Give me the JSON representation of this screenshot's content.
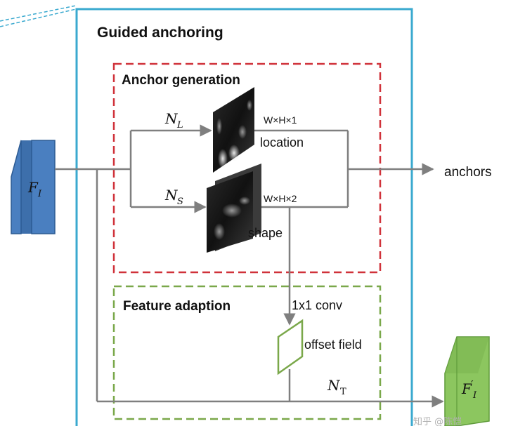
{
  "title": "Guided anchoring",
  "anchor_generation": {
    "label": "Anchor generation"
  },
  "feature_adaption": {
    "label": "Feature adaption"
  },
  "input_feature": {
    "symbol": "F",
    "subscript": "I"
  },
  "output_feature": {
    "symbol": "F",
    "prime": "′",
    "subscript": "I"
  },
  "branch_location": {
    "network": "N",
    "network_sub": "L",
    "dims": "W×H×1",
    "label": "location"
  },
  "branch_shape": {
    "network": "N",
    "network_sub": "S",
    "dims": "W×H×2",
    "label": "shape"
  },
  "conv_label": "1x1 conv",
  "offset_label": "offset field",
  "transform": {
    "network": "N",
    "network_sub": "T"
  },
  "output_label": "anchors",
  "watermark": "知乎 @陈恺",
  "colors": {
    "guided_border": "#3aa9cf",
    "anchor_gen_border": "#d0323a",
    "feature_adapt_border": "#7aa84a",
    "input_block": "#4a7fc0",
    "output_block": "#8cc65f",
    "arrow": "#7f7f7f"
  }
}
